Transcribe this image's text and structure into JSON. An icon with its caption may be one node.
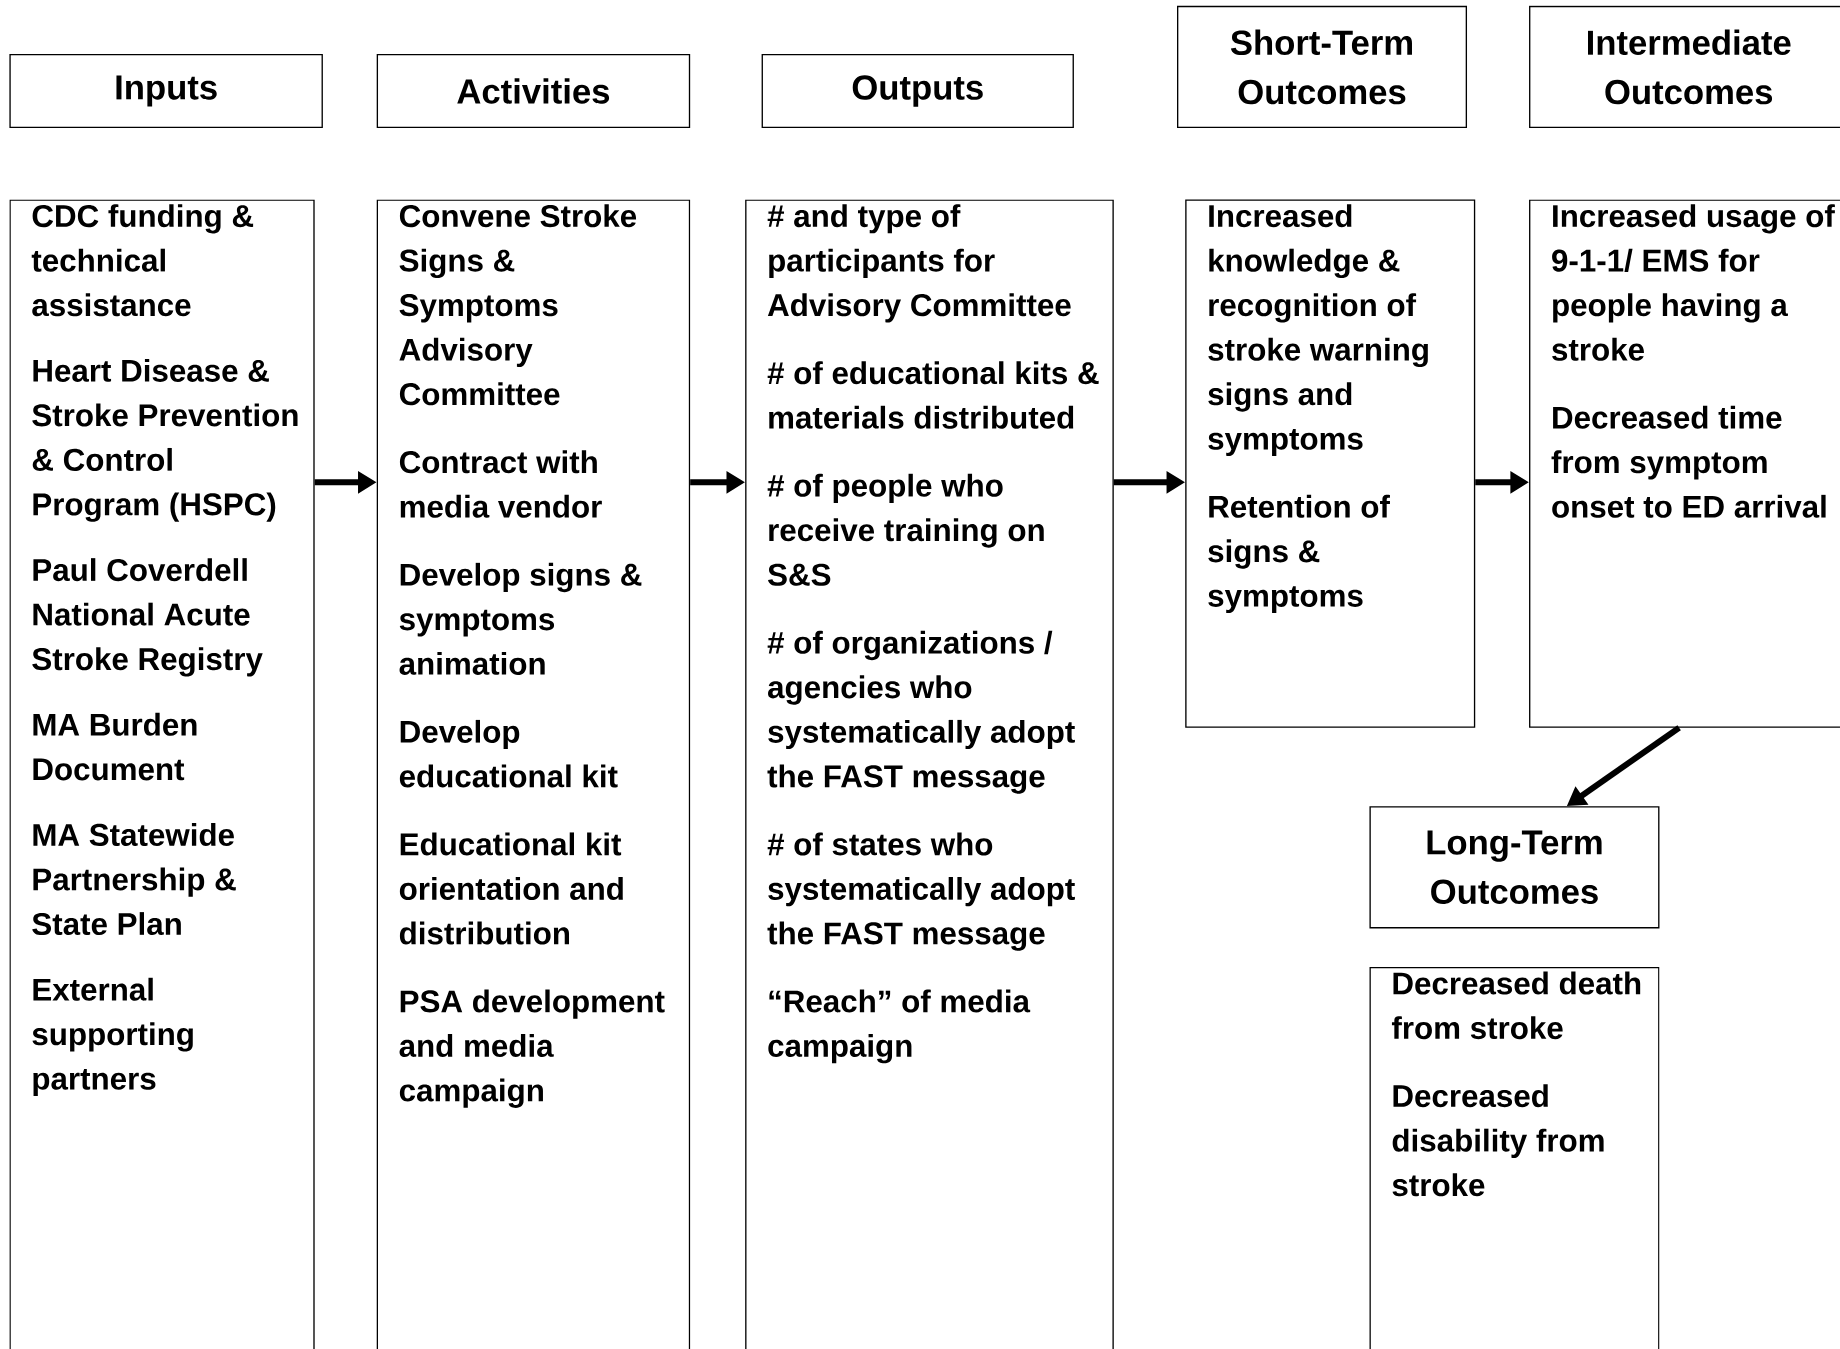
{
  "diagram": {
    "nodes": [
      {
        "text": [
          "Inputs"
        ]
      },
      {
        "text": [
          "Activities"
        ]
      },
      {
        "text": [
          "Outputs"
        ]
      },
      {
        "text": [
          "Short-Term Outcomes"
        ]
      },
      {
        "text": [
          "Intermediate Outcomes"
        ]
      },
      {
        "text": [
          "CDC funding & technical assistance",
          "Heart Disease & Stroke Prevention & Control Program (HSPC)",
          "Paul Coverdell National Acute Stroke Registry",
          "MA Burden Document",
          "MA Statewide Partnership & State Plan",
          "External supporting partners"
        ]
      },
      {
        "text": [
          "Convene Stroke Signs & Symptoms Advisory Committee",
          "Contract with media vendor",
          "Develop signs & symptoms animation",
          "Develop educational kit",
          "Educational kit orientation and distribution",
          "PSA development and media campaign"
        ]
      },
      {
        "text": [
          "# and type of participants for Advisory Committee",
          "# of educational kits & materials distributed",
          "# of people who receive training on S&S",
          "# of organizations / agencies who systematically adopt the FAST message",
          "# of states who systematically adopt the FAST message",
          "“Reach” of media campaign"
        ]
      },
      {
        "text": [
          "Increased knowledge & recognition of stroke warning signs and symptoms",
          "Retention of signs & symptoms"
        ]
      },
      {
        "text": [
          "Increased usage of 9-1-1/ EMS for people having a stroke",
          "Decreased time from symptom onset to ED arrival"
        ]
      },
      {
        "text": [
          "Long-Term Outcomes"
        ]
      },
      {
        "text": [
          "Decreased death from stroke",
          "Decreased disability from stroke"
        ]
      }
    ],
    "edges": [
      {
        "from": 5,
        "to": 6,
        "arrow": "to"
      },
      {
        "from": 6,
        "to": 7,
        "arrow": "to"
      },
      {
        "from": 7,
        "to": 8,
        "arrow": "to"
      },
      {
        "from": 8,
        "to": 9,
        "arrow": "to"
      },
      {
        "from": 9,
        "to": 10,
        "arrow": "to"
      }
    ]
  }
}
